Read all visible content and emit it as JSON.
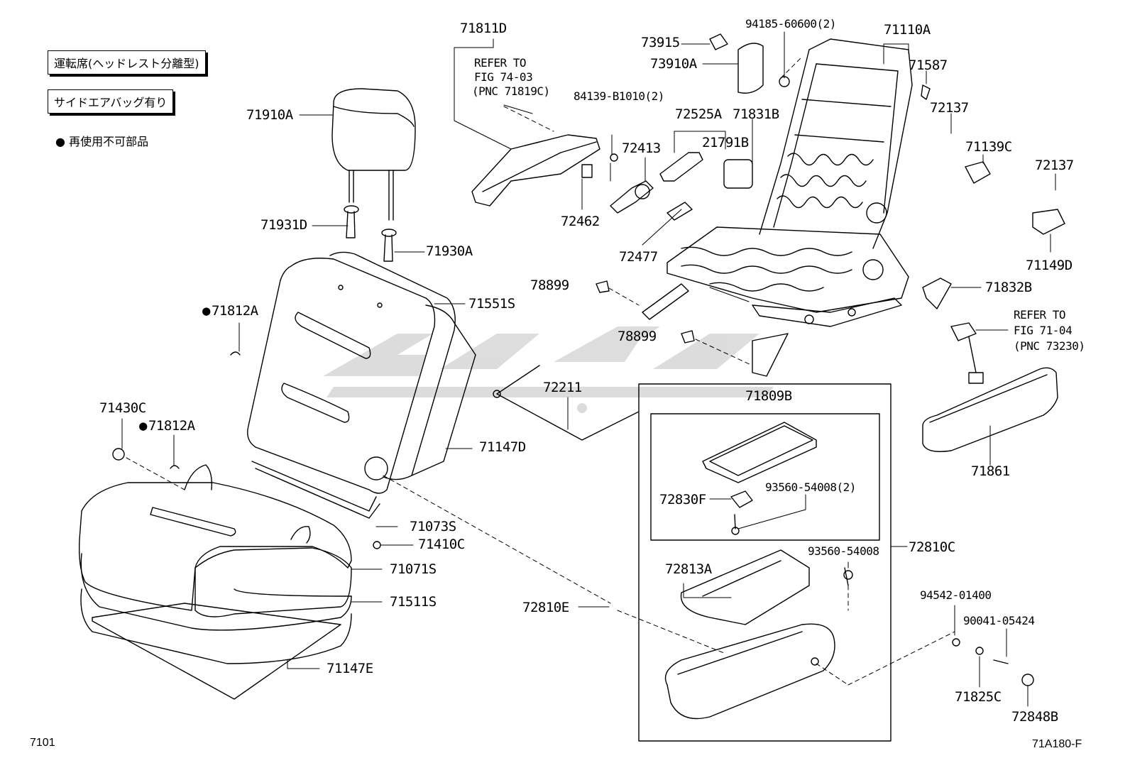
{
  "notes": {
    "seat_type": "運転席(ヘッドレスト分離型)",
    "airbag": "サイドエアバッグ有り",
    "legend": "再使用不可部品"
  },
  "parts": {
    "p71811D": "71811D",
    "ref1_l1": "REFER TO",
    "ref1_l2": "FIG 74-03",
    "ref1_l3": "(PNC 71819C)",
    "p73915": "73915",
    "p9418560600": "94185-60600(2)",
    "p71110A": "71110A",
    "p73910A": "73910A",
    "p71587": "71587",
    "p84139": "84139-B1010(2)",
    "p72525A": "72525A",
    "p71831B": "71831B",
    "p72137a": "72137",
    "p72413": "72413",
    "p21791B": "21791B",
    "p71139C": "71139C",
    "p72137b": "72137",
    "p71910A": "71910A",
    "p72462": "72462",
    "p71149D": "71149D",
    "p71931D": "71931D",
    "p72477": "72477",
    "p71930A": "71930A",
    "p78899a": "78899",
    "p71832B": "71832B",
    "p71551S": "71551S",
    "p71812Aa": "71812A",
    "ref2_l1": "REFER TO",
    "ref2_l2": "FIG 71-04",
    "ref2_l3": "(PNC 73230)",
    "p78899b": "78899",
    "p72211": "72211",
    "p71809B": "71809B",
    "p71430C": "71430C",
    "p71812Ab": "71812A",
    "p71147D": "71147D",
    "p71861": "71861",
    "p72830F": "72830F",
    "p9356054008_2": "93560-54008(2)",
    "p71073S": "71073S",
    "p71410C": "71410C",
    "p72810C": "72810C",
    "p9356054008": "93560-54008",
    "p71071S": "71071S",
    "p72813A": "72813A",
    "p9454201400": "94542-01400",
    "p71511S": "71511S",
    "p72810E": "72810E",
    "p9004105424": "90041-05424",
    "p71147E": "71147E",
    "p71825C": "71825C",
    "p72848B": "72848B"
  },
  "footer": {
    "left_code": "7101",
    "right_code": "71A180-F"
  }
}
